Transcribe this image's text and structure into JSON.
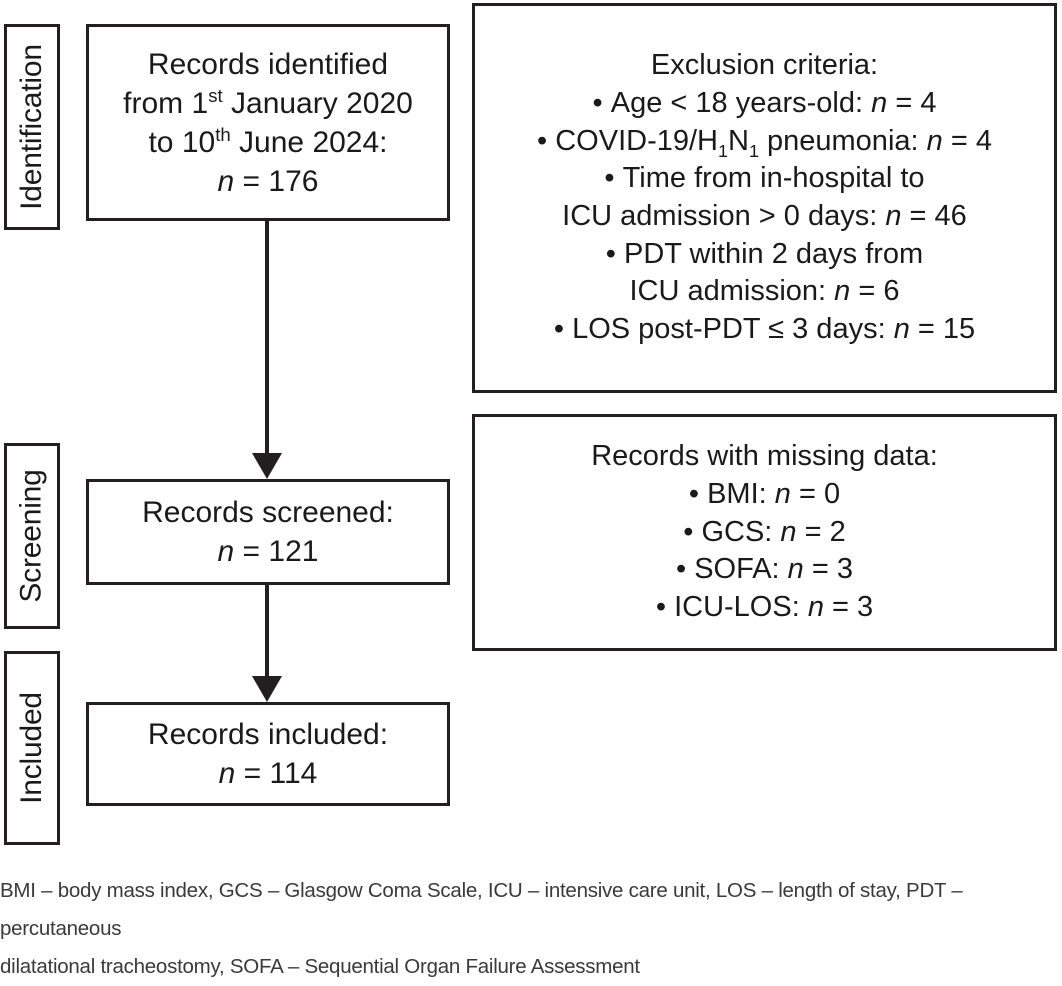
{
  "figure": {
    "type": "prisma-flow-diagram",
    "stages": [
      {
        "id": "identification",
        "label": "Identification"
      },
      {
        "id": "screening",
        "label": "Screening"
      },
      {
        "id": "included",
        "label": "Included"
      }
    ],
    "flow_boxes": [
      {
        "id": "records-identified",
        "lines": [
          "Records identified",
          "from 1st January 2020",
          "to 10th June 2024:",
          "n = 176"
        ],
        "line1": "Records identified",
        "line2_pre": "from 1",
        "line2_sup": "st",
        "line2_post": " January 2020",
        "line3_pre": "to 10",
        "line3_sup": "th",
        "line3_post": " June 2024:",
        "count_symbol": "n",
        "count_eq": "=",
        "count_value": "176"
      },
      {
        "id": "records-screened",
        "line1": "Records screened:",
        "count_symbol": "n",
        "count_eq": "=",
        "count_value": "121"
      },
      {
        "id": "records-included",
        "line1": "Records included:",
        "count_symbol": "n",
        "count_eq": "=",
        "count_value": "114"
      }
    ],
    "side_boxes": [
      {
        "id": "exclusion-criteria",
        "title": "Exclusion criteria:",
        "items": [
          {
            "bullet": "•",
            "text": "Age < 18 years-old: ",
            "n_symbol": "n",
            "eq": "=",
            "value": "4",
            "wrap": false
          },
          {
            "bullet": "•",
            "text_pre": "COVID-19/H",
            "sub1": "1",
            "text_mid": "N",
            "sub2": "1",
            "text_post": " pneumonia: ",
            "n_symbol": "n",
            "eq": "=",
            "value": "4",
            "wrap": false
          },
          {
            "bullet": "•",
            "line_a": "Time from in-hospital to",
            "line_b": "ICU admission > 0 days: ",
            "n_symbol": "n",
            "eq": "=",
            "value": "46",
            "wrap": true
          },
          {
            "bullet": "•",
            "line_a": "PDT within 2 days from",
            "line_b": "ICU admission: ",
            "n_symbol": "n",
            "eq": "=",
            "value": "6",
            "wrap": true
          },
          {
            "bullet": "•",
            "text": "LOS post-PDT ≤ 3 days: ",
            "n_symbol": "n",
            "eq": "=",
            "value": "15",
            "wrap": false
          }
        ]
      },
      {
        "id": "records-missing-data",
        "title": "Records with missing data:",
        "items": [
          {
            "bullet": "•",
            "text": "BMI: ",
            "n_symbol": "n",
            "eq": "=",
            "value": "0"
          },
          {
            "bullet": "•",
            "text": "GCS: ",
            "n_symbol": "n",
            "eq": "=",
            "value": "2"
          },
          {
            "bullet": "•",
            "text": "SOFA: ",
            "n_symbol": "n",
            "eq": "=",
            "value": "3"
          },
          {
            "bullet": "•",
            "text": "ICU-LOS: ",
            "n_symbol": "n",
            "eq": "=",
            "value": "3"
          }
        ]
      }
    ],
    "arrows": [
      {
        "id": "arrow-identified-to-screened",
        "direction": "down"
      },
      {
        "id": "arrow-screened-to-included",
        "direction": "down"
      }
    ],
    "footnote": {
      "line1": "BMI – body mass index, GCS – Glasgow Coma Scale, ICU – intensive care unit, LOS – length of stay, PDT – percutaneous",
      "line2": "dilatational tracheostomy, SOFA – Sequential Organ Failure Assessment"
    },
    "colors": {
      "ink": "#231f20",
      "background": "#ffffff",
      "footnote_ink": "#3a3a3a"
    }
  }
}
